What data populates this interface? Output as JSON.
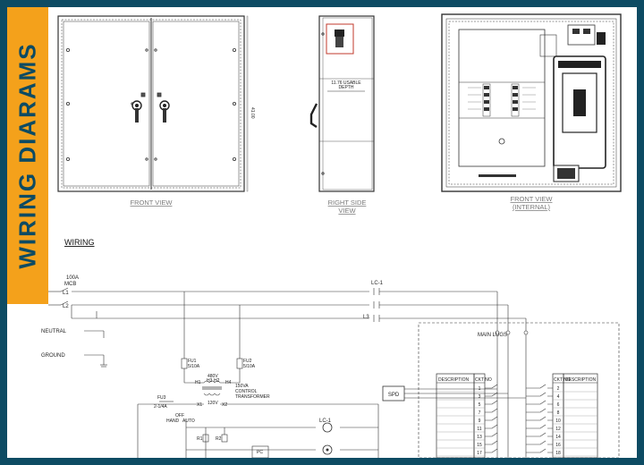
{
  "banner": {
    "title": "WIRING DIARAMS"
  },
  "views": {
    "front": "FRONT VIEW",
    "right_side_line1": "RIGHT SIDE",
    "right_side_line2": "VIEW",
    "front_internal_line1": "FRONT VIEW",
    "front_internal_line2": "(INTERNAL)",
    "depth_line1": "11.76 USABLE",
    "depth_line2": "DEPTH",
    "height_dim": "41.00"
  },
  "section": {
    "wiring": "WIRING"
  },
  "schematic": {
    "mcb_line1": "100A",
    "mcb_line2": "MCB",
    "l1": "L1",
    "l2": "L2",
    "l3": "L3",
    "lc1_top": "LC-1",
    "lc1_mid": "LC-1",
    "neutral": "NEUTRAL",
    "ground": "GROUND",
    "fu1_line1": "FU1",
    "fu1_line2": "5/10A",
    "fu2_line1": "FU2",
    "fu2_line2": "5/10A",
    "fu3_line1": "FU3",
    "fu3_line2": "2-1/4A",
    "v480": "480V",
    "v120": "120V",
    "h1": "H1",
    "h2": "H2",
    "h3": "H3",
    "h4": "H4",
    "x1": "X1",
    "x2": "X2",
    "xfmr_line1": "150VA",
    "xfmr_line2": "CONTROL",
    "xfmr_line3": "TRANSFORMER",
    "hand": "HAND",
    "off": "OFF",
    "auto": "AUTO",
    "r1": "R1",
    "r2": "R2",
    "pc": "PC",
    "spd": "SPD",
    "main_lugs": "MAIN LUGS",
    "desc_left": "DESCRIPTION",
    "desc_right": "DESCRIPTION",
    "ckt": "CKT NO",
    "left_circuits": [
      "1",
      "3",
      "5",
      "7",
      "9",
      "11",
      "13",
      "15",
      "17"
    ],
    "right_circuits": [
      "2",
      "4",
      "6",
      "8",
      "10",
      "12",
      "14",
      "16",
      "18"
    ]
  }
}
